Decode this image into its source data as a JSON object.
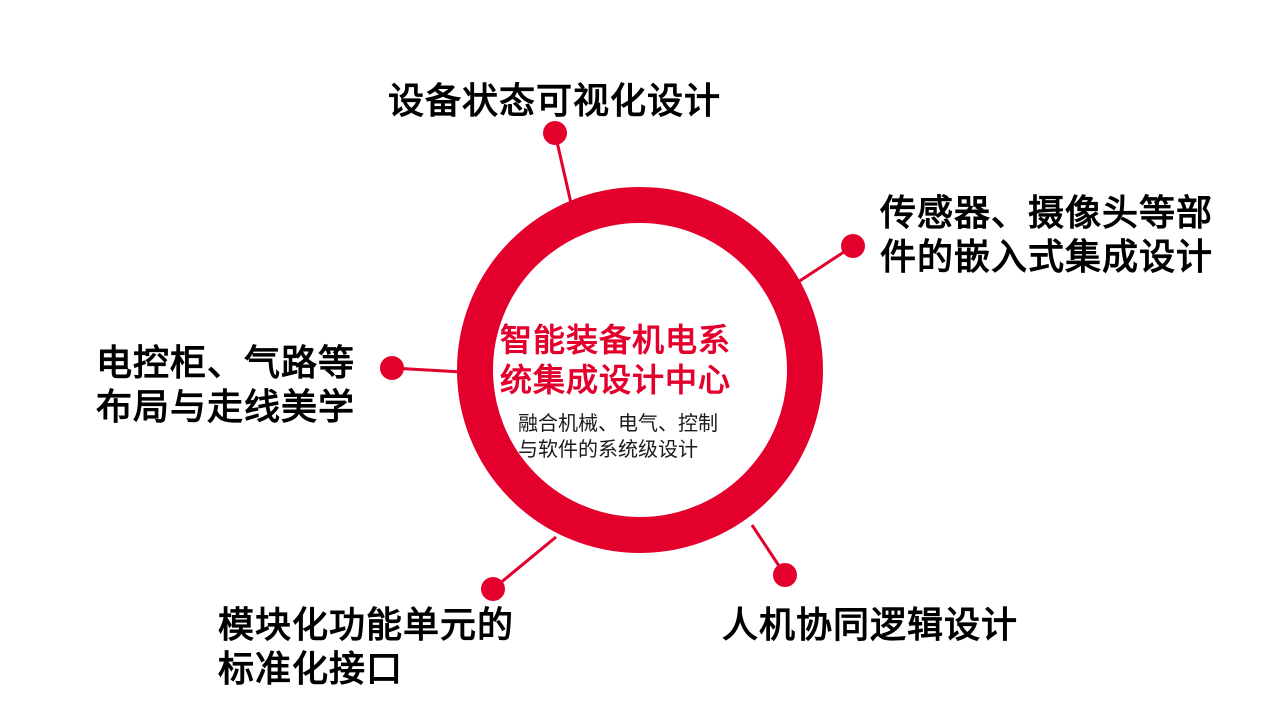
{
  "colors": {
    "accent": "#e3002d",
    "text": "#000000"
  },
  "center": {
    "title_lines": [
      "智能装备机电系",
      "统集成设计中心"
    ],
    "subtitle_lines": [
      "融合机械、电气、控制",
      "与软件的系统级设计"
    ]
  },
  "nodes": [
    {
      "lines": [
        "设备状态可视化设计"
      ]
    },
    {
      "lines": [
        "传感器、摄像头等部",
        "件的嵌入式集成设计"
      ]
    },
    {
      "lines": [
        "电控柜、气路等",
        "布局与走线美学"
      ]
    },
    {
      "lines": [
        "模块化功能单元的",
        "标准化接口"
      ]
    },
    {
      "lines": [
        "人机协同逻辑设计"
      ]
    }
  ]
}
